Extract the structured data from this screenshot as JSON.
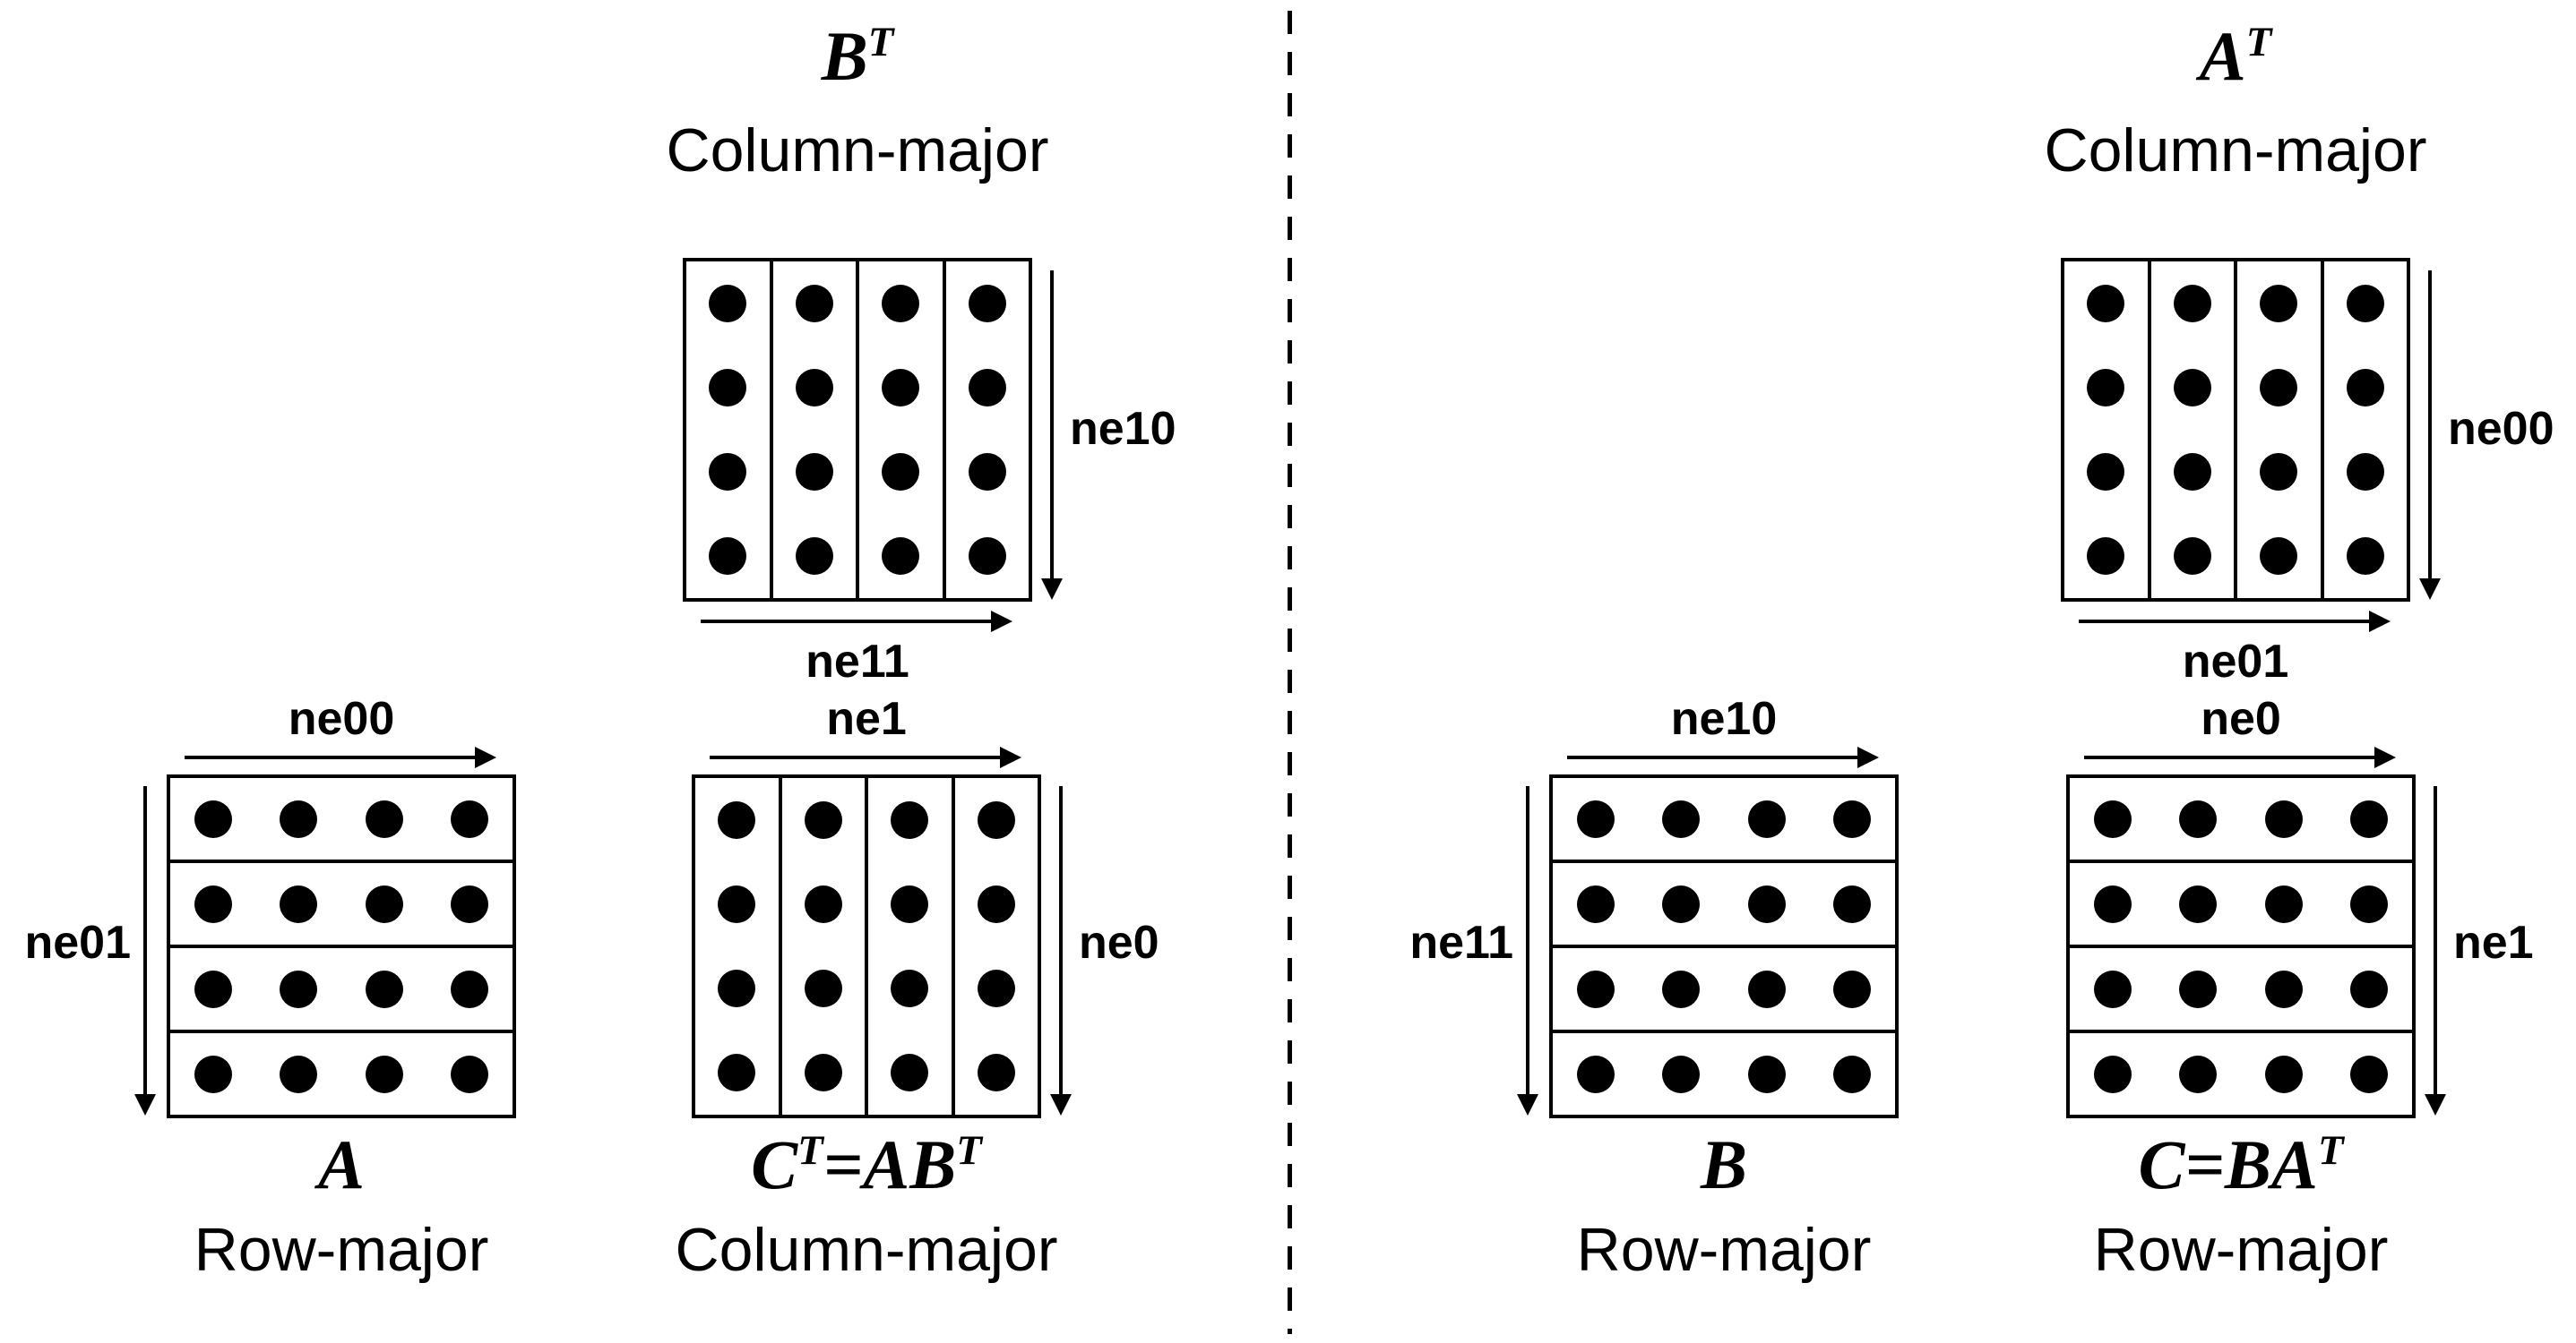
{
  "colors": {
    "ink": "#000000",
    "background": "#ffffff"
  },
  "divider": {
    "style": "vertical-dashed"
  },
  "left": {
    "top_matrix": {
      "name": {
        "pre": "B",
        "sup1": "T",
        "mid": "",
        "sup2": ""
      },
      "order": "Column-major",
      "orient": "cols",
      "dots": "4x4",
      "right_arrow_label": "ne10",
      "bottom_arrow_label": "ne11"
    },
    "input_matrix": {
      "name": {
        "pre": "A",
        "sup1": "",
        "mid": "",
        "sup2": ""
      },
      "order": "Row-major",
      "orient": "rows",
      "dots": "4x4",
      "top_arrow_label": "ne00",
      "left_arrow_label": "ne01"
    },
    "result_matrix": {
      "name": {
        "pre": "C",
        "sup1": "T",
        "mid": "=AB",
        "sup2": "T"
      },
      "order": "Column-major",
      "orient": "cols",
      "dots": "4x4",
      "top_arrow_label": "ne1",
      "right_arrow_label": "ne0"
    }
  },
  "right": {
    "top_matrix": {
      "name": {
        "pre": "A",
        "sup1": "T",
        "mid": "",
        "sup2": ""
      },
      "order": "Column-major",
      "orient": "cols",
      "dots": "4x4",
      "right_arrow_label": "ne00",
      "bottom_arrow_label": "ne01"
    },
    "input_matrix": {
      "name": {
        "pre": "B",
        "sup1": "",
        "mid": "",
        "sup2": ""
      },
      "order": "Row-major",
      "orient": "rows",
      "dots": "4x4",
      "top_arrow_label": "ne10",
      "left_arrow_label": "ne11"
    },
    "result_matrix": {
      "name": {
        "pre": "C=BA",
        "sup1": "T",
        "mid": "",
        "sup2": ""
      },
      "order": "Row-major",
      "orient": "rows",
      "dots": "4x4",
      "top_arrow_label": "ne0",
      "right_arrow_label": "ne1"
    }
  }
}
